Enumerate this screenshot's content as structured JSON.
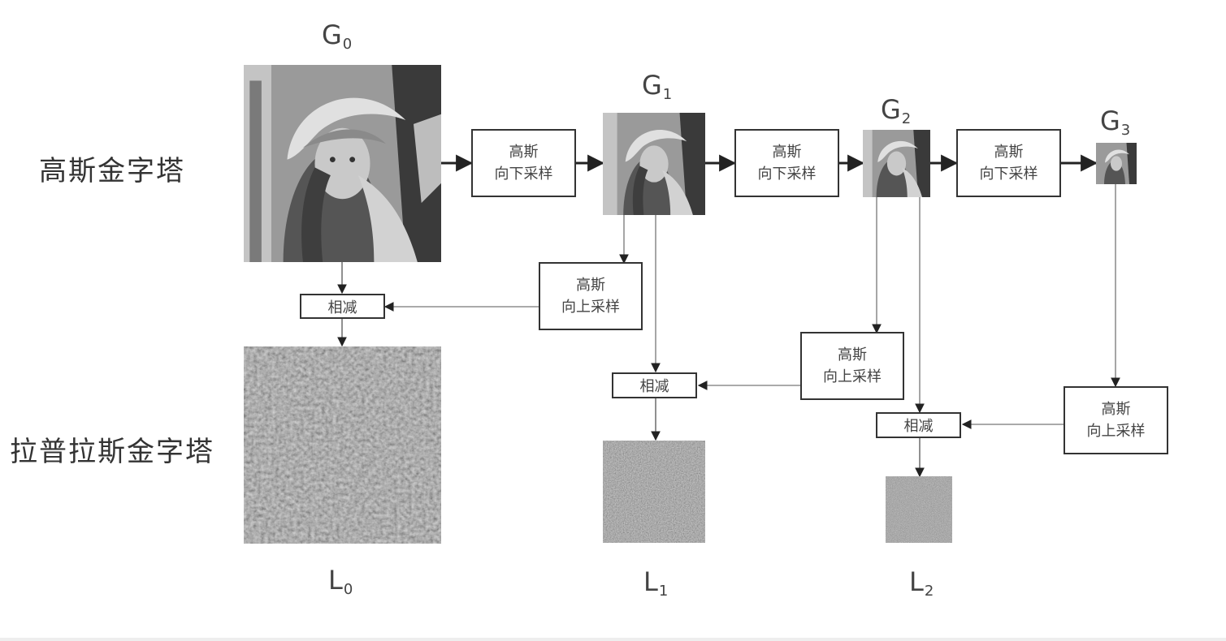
{
  "rows": {
    "gaussian": "高斯金字塔",
    "laplacian": "拉普拉斯金字塔"
  },
  "gaussian_levels": [
    {
      "base": "G",
      "sub": "0"
    },
    {
      "base": "G",
      "sub": "1"
    },
    {
      "base": "G",
      "sub": "2"
    },
    {
      "base": "G",
      "sub": "3"
    }
  ],
  "laplacian_levels": [
    {
      "base": "L",
      "sub": "0"
    },
    {
      "base": "L",
      "sub": "1"
    },
    {
      "base": "L",
      "sub": "2"
    }
  ],
  "downsample": {
    "line1": "高斯",
    "line2": "向下采样"
  },
  "upsample": {
    "line1": "高斯",
    "line2": "向上采样"
  },
  "subtract": "相减"
}
